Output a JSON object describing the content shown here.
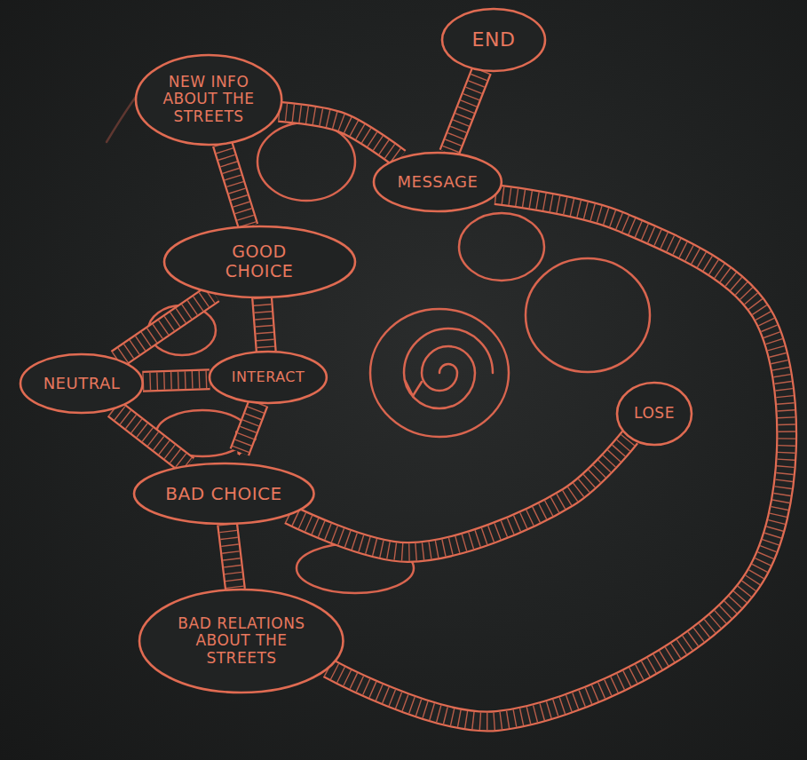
{
  "diagram": {
    "nodes": [
      {
        "text": [
          "NEW INFO ABOUT THE STREETS"
        ]
      },
      {
        "text": [
          "END"
        ]
      },
      {
        "text": [
          "MESSAGE"
        ]
      },
      {
        "text": [
          "GOOD CHOICE"
        ]
      },
      {
        "text": [
          "NEUTRAL"
        ]
      },
      {
        "text": [
          "INTERACT"
        ]
      },
      {
        "text": [
          "LOSE"
        ]
      },
      {
        "text": [
          "BAD CHOICE"
        ]
      },
      {
        "text": [
          "BAD RELATIONS ABOUT THE STREETS"
        ]
      }
    ],
    "edges": [
      {
        "from": 0,
        "to": 3,
        "arrow": "none"
      },
      {
        "from": 0,
        "to": 2,
        "arrow": "none"
      },
      {
        "from": 1,
        "to": 2,
        "arrow": "none"
      },
      {
        "from": 3,
        "to": 5,
        "arrow": "none"
      },
      {
        "from": 4,
        "to": 5,
        "arrow": "none"
      },
      {
        "from": 4,
        "to": 3,
        "arrow": "none"
      },
      {
        "from": 4,
        "to": 7,
        "arrow": "none"
      },
      {
        "from": 5,
        "to": 7,
        "arrow": "to"
      },
      {
        "from": 7,
        "to": 8,
        "arrow": "none"
      },
      {
        "from": 7,
        "to": 6,
        "arrow": "none"
      },
      {
        "from": 8,
        "to": 2,
        "arrow": "none"
      }
    ]
  }
}
